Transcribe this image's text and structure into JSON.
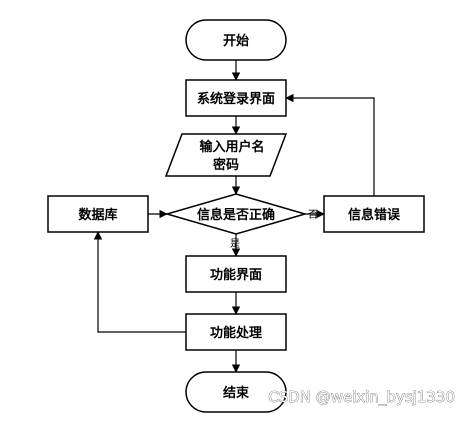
{
  "diagram": {
    "nodes": {
      "start": "开始",
      "login": "系统登录界面",
      "input_line1": "输入用户名",
      "input_line2": "密码",
      "check": "信息是否正确",
      "database": "数据库",
      "error": "信息错误",
      "menu": "功能界面",
      "process": "功能处理",
      "end": "结束"
    },
    "edge_labels": {
      "no": "否",
      "yes": "是"
    }
  },
  "watermark": "CSDN @weixin_bysj1330"
}
